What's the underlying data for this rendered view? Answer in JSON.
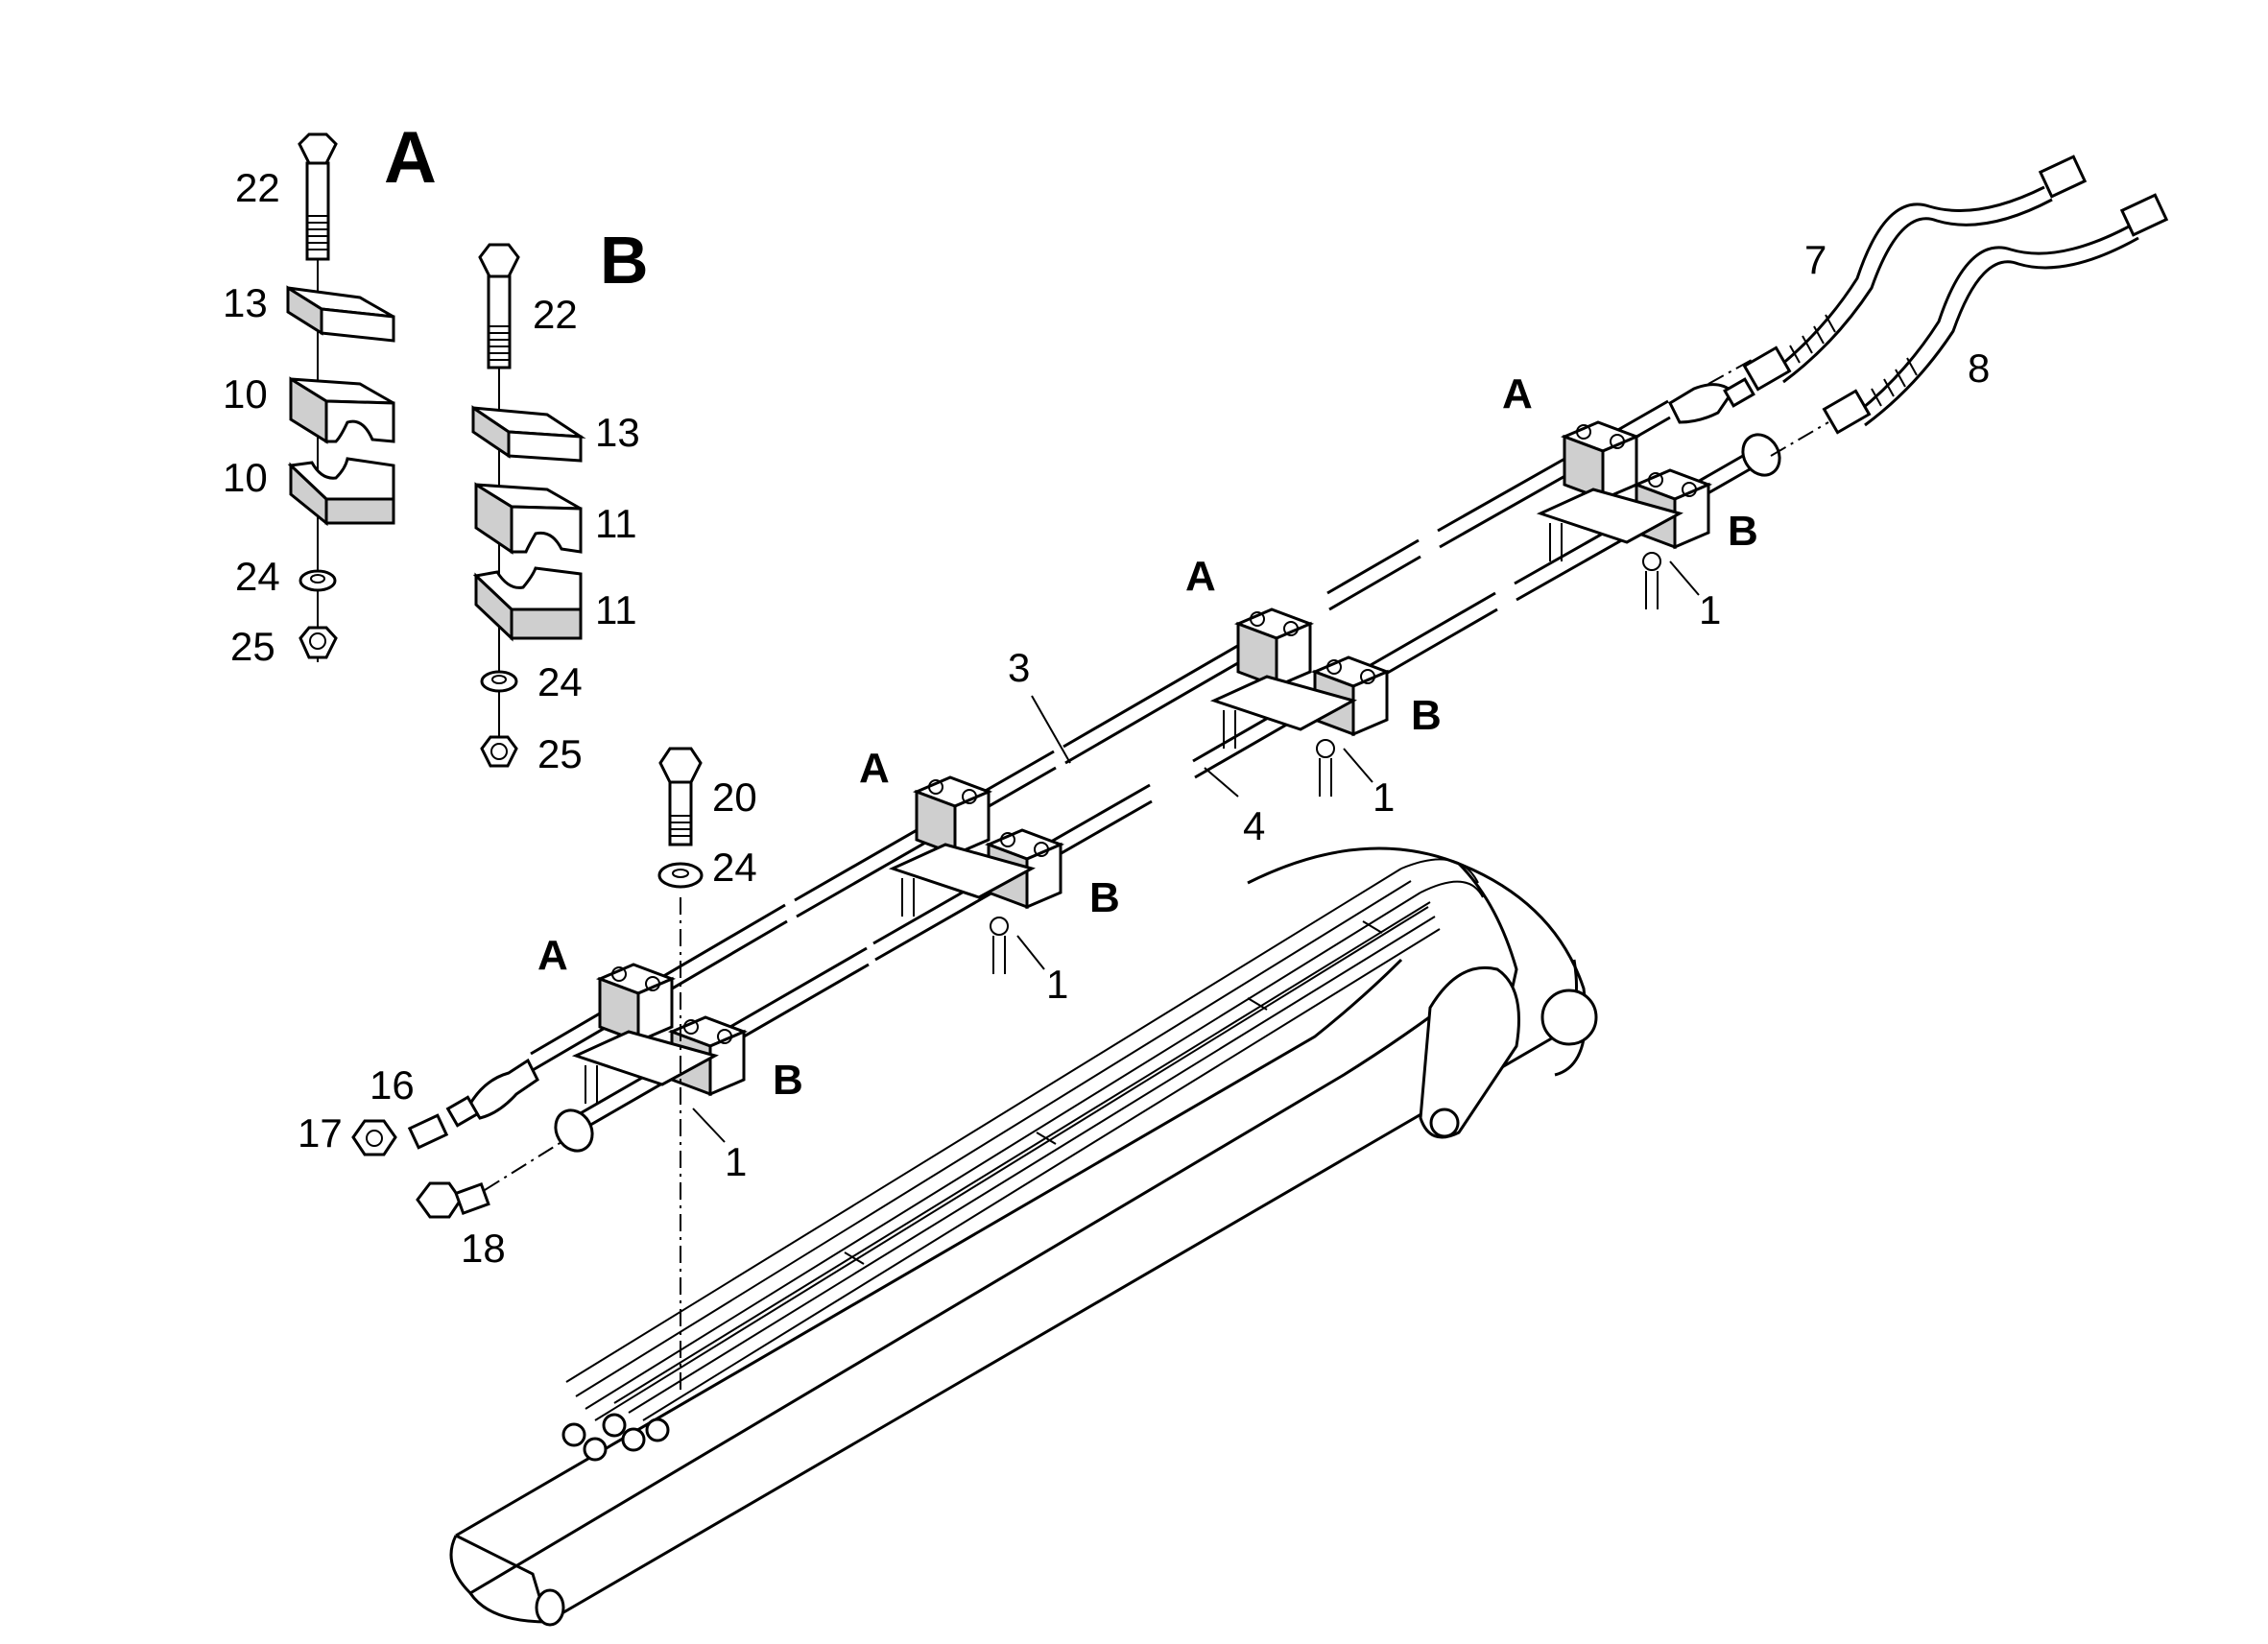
{
  "section_labels": {
    "detail_a_title": "A",
    "detail_b_title": "B",
    "clamp_a_1": "A",
    "clamp_a_2": "A",
    "clamp_a_3": "A",
    "clamp_a_4": "A",
    "clamp_b_1": "B",
    "clamp_b_2": "B",
    "clamp_b_3": "B",
    "clamp_b_4": "B"
  },
  "detail_a": {
    "bolt": "22",
    "plate": "13",
    "half_upper": "10",
    "half_lower": "10",
    "washer": "24",
    "nut": "25"
  },
  "detail_b": {
    "bolt": "22",
    "plate": "13",
    "half_upper": "11",
    "half_lower": "11",
    "washer": "24",
    "nut": "25"
  },
  "assembly": {
    "pipe_a": "3",
    "pipe_b": "4",
    "hose_upper": "7",
    "hose_lower": "8",
    "bracket_1": "1",
    "bracket_2": "1",
    "bracket_3": "1",
    "bracket_4": "1",
    "bolt_front": "20",
    "washer_front": "24",
    "fitting": "16",
    "nut_front": "17",
    "plug": "18"
  }
}
